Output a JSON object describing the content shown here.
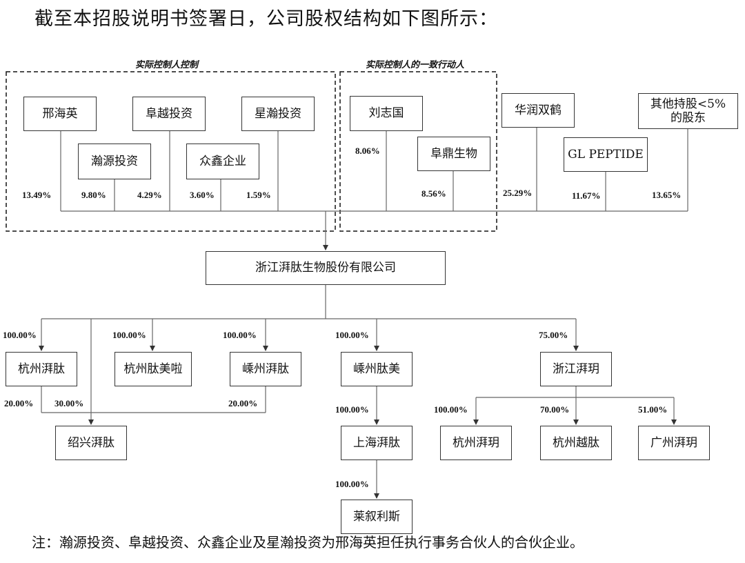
{
  "heading": "截至本招股说明书签署日，公司股权结构如下图所示：",
  "groups": {
    "controller": "实际控制人控制",
    "concert": "实际控制人的一致行动人"
  },
  "nodes": {
    "xing_haiying": "邢海英",
    "fuyue": "阜越投资",
    "xinghan": "星瀚投资",
    "hanyuan": "瀚源投资",
    "zhongxin": "众鑫企业",
    "liu_zhiguo": "刘志国",
    "fuding": "阜鼎生物",
    "huarun": "华润双鹤",
    "gl": "GL PEPTIDE",
    "others": "其他持股<5%\n的股东",
    "company": "浙江湃肽生物股份有限公司",
    "hz_peptide": "杭州湃肽",
    "hz_meila": "杭州肽美啦",
    "sz_peptide": "嵊州湃肽",
    "sz_taimei": "嵊州肽美",
    "zj_paiyue": "浙江湃玥",
    "shaoxing": "绍兴湃肽",
    "shanghai": "上海湃肽",
    "laixu": "莱叙利斯",
    "hz_paiyue": "杭州湃玥",
    "hz_yuetai": "杭州越肽",
    "gz_paiyue": "广州湃玥"
  },
  "shares": {
    "xing": "13.49%",
    "hanyuan": "9.80%",
    "fuyue": "4.29%",
    "zhongxin": "3.60%",
    "xinghan": "1.59%",
    "liu": "8.06%",
    "fuding": "8.56%",
    "huarun": "25.29%",
    "gl": "11.67%",
    "others": "13.65%",
    "hz_peptide": "100.00%",
    "hz_meila": "100.00%",
    "sz_peptide": "100.00%",
    "sz_taimei": "100.00%",
    "zj_paiyue": "75.00%",
    "sx_from_hz": "20.00%",
    "sx_from_company": "30.00%",
    "sx_from_sz": "20.00%",
    "shanghai": "100.00%",
    "laixu": "100.00%",
    "hz_paiyue": "100.00%",
    "hz_yuetai": "70.00%",
    "gz_paiyue": "51.00%"
  },
  "footnote": "注：瀚源投资、阜越投资、众鑫企业及星瀚投资为邢海英担任执行事务合伙人的合伙企业。"
}
